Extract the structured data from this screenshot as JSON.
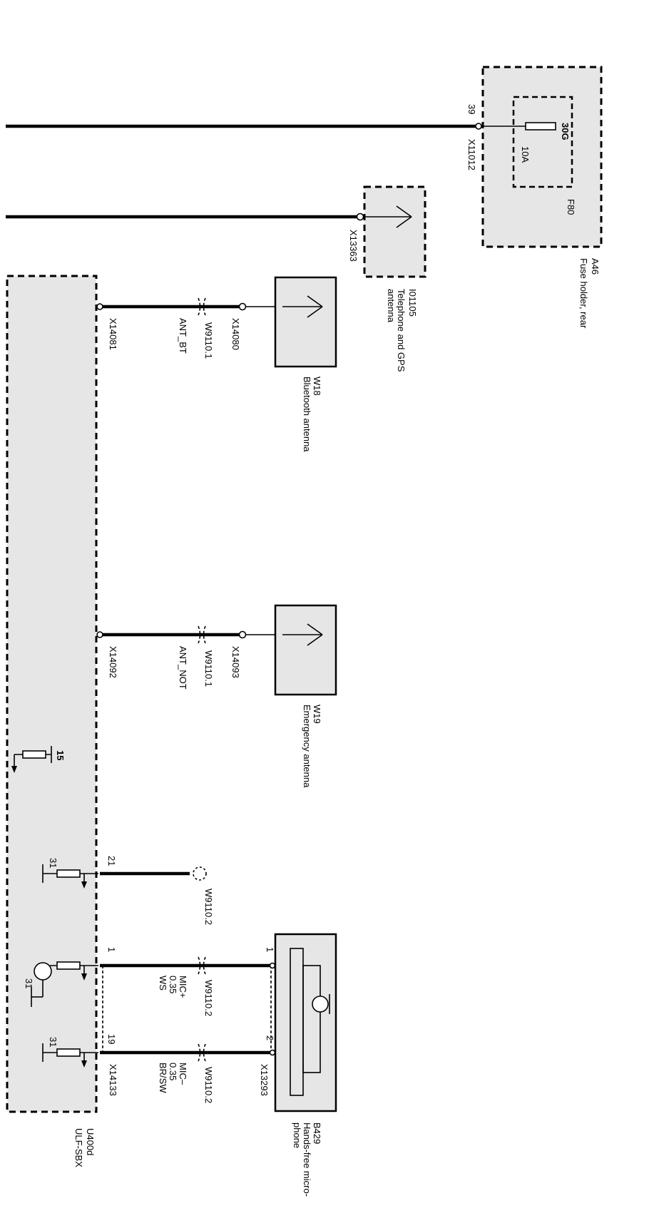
{
  "components": {
    "a46": {
      "id": "A46",
      "name": "Fuse holder, rear"
    },
    "f80": {
      "id": "F80",
      "terminal": "30G",
      "rating": "10A"
    },
    "i01105": {
      "id": "I01105",
      "name_line1": "Telephone and GPS",
      "name_line2": "antenna"
    },
    "w18": {
      "id": "W18",
      "name": "Bluetooth antenna"
    },
    "w19": {
      "id": "W19",
      "name": "Emergency antenna"
    },
    "b429": {
      "id": "B429",
      "name_line1": "Hands-free micro-",
      "name_line2": "phone"
    },
    "u400d": {
      "id": "U400d",
      "name": "ULF-SBX"
    }
  },
  "connectors": {
    "x11012": {
      "id": "X11012",
      "pin": "39"
    },
    "x13363": {
      "id": "X13363"
    },
    "x14080": {
      "id": "X14080"
    },
    "x14081": {
      "id": "X14081"
    },
    "x14092": {
      "id": "X14092"
    },
    "x14093": {
      "id": "X14093"
    },
    "x13293": {
      "id": "X13293"
    },
    "x14133": {
      "id": "X14133"
    }
  },
  "wires": {
    "bt": {
      "harness": "W9110.1",
      "signal": "ANT_BT"
    },
    "not": {
      "harness": "W9110.1",
      "signal": "ANT_NOT"
    },
    "pin21": {
      "harness": "W9110.2",
      "pin": "21"
    },
    "mic_plus": {
      "harness": "W9110.2",
      "signal": "MIC+",
      "size": "0.35",
      "color": "WS",
      "pin_near": "1",
      "pin_far": "1"
    },
    "mic_minus": {
      "harness": "W9110.2",
      "signal": "MIC–",
      "size": "0.35",
      "color": "BR/SW",
      "pin_near": "19",
      "pin_far": "2"
    }
  },
  "internal": {
    "terminal_15": "15",
    "ground_21": "31",
    "ground_mic_plus": "31",
    "ground_mic_minus": "31"
  }
}
